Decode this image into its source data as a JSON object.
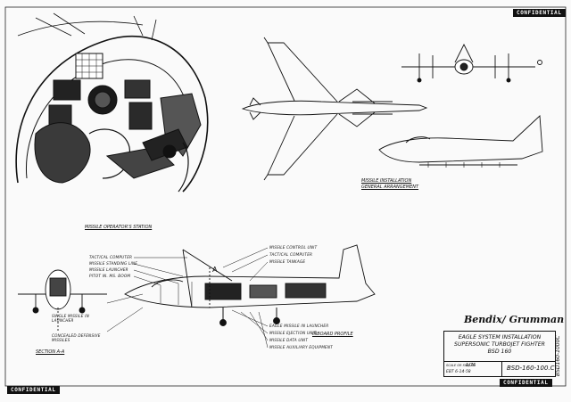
{
  "classification": {
    "top": "CONFIDENTIAL",
    "bottom_left": "CONFIDENTIAL",
    "bottom_right": "CONFIDENTIAL"
  },
  "manufacturer": "Bendix/ Grumman",
  "title_block": {
    "line1": "EAGLE SYSTEM INSTALLATION",
    "line2": "SUPERSONIC TURBOJET FIGHTER",
    "line3": "BSD 160",
    "scale_label": "SCALE OR SIMILAR",
    "scale_value": "1/76",
    "date": "EBT 6-14-58",
    "drawing_number": "BSD-160-100.C"
  },
  "side_code": "BSD160-1000C",
  "captions": {
    "cockpit": "MISSILE OPERATOR'S STATION",
    "missile_arrangement": "MISSILE INSTALLATION GENERAL ARRANGEMENT",
    "profile": "INBOARD PROFILE",
    "section": "SECTION A-A"
  },
  "callouts_left": [
    "TACTICAL COMPUTER",
    "MISSILE STANDING LINE",
    "MISSILE LAUNCHER",
    "PITOT IN. MS. BOOM",
    "SINGLE MISSILE IN LAUNCHER",
    "CONCEALED DEFENSIVE MISSILES"
  ],
  "callouts_mid": [
    "MISSILE CONTROL UNIT",
    "TACTICAL COMPUTER",
    "MISSILE TANKAGE",
    "EAGLE MISSILE IN LAUNCHER",
    "MISSILE EJECTION UNIT",
    "MISSILE DATA UNIT",
    "MISSILE AUXILIARY EQUIPMENT"
  ],
  "section_marker": "A"
}
